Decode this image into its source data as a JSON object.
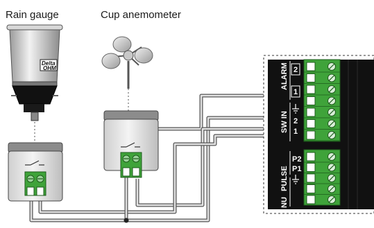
{
  "captions": {
    "rain_gauge": "Rain gauge",
    "cup_anemometer": "Cup anemometer"
  },
  "terminal_block": {
    "groups": {
      "alarm": "ALARM",
      "sw_in": "SW IN",
      "pulse": "PULSE",
      "nu": "NU"
    },
    "pins": {
      "alarm_2": "2",
      "alarm_1": "1",
      "sw_2": "2",
      "sw_1": "1",
      "p2": "P2",
      "p1": "P1"
    }
  },
  "rain_gauge_logo": {
    "line1": "Delta",
    "line2": "OHM"
  },
  "colors": {
    "terminal_green": "#3fa33a",
    "panel_black": "#111111",
    "sensor_body": "#e6e6e6",
    "wire_grey": "#8a8a8a"
  }
}
